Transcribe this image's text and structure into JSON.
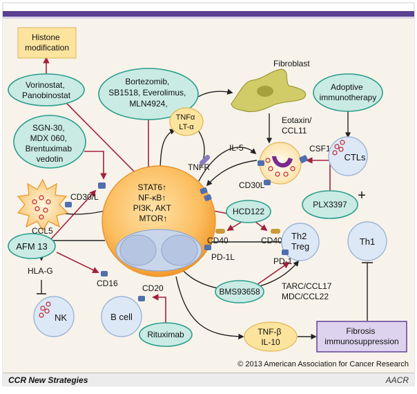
{
  "drugs": {
    "histone": [
      "Histone",
      "modification"
    ],
    "vorinostat": [
      "Vorinostat,",
      "Panobinostat"
    ],
    "bortezomib": [
      "Bortezomib,",
      "SB1518, Everolimus,",
      "MLN4924,"
    ],
    "sgn": [
      "SGN-30,",
      "MDX 060,",
      "Brentuximab",
      "vedotin"
    ],
    "afm": "AFM 13",
    "hcd": "HCD122",
    "bms": "BMS93658",
    "rituximab": "Rituximab",
    "plx": "PLX3397",
    "adoptive": [
      "Adoptive",
      "immunotherapy"
    ]
  },
  "cells": {
    "fibroblast": "Fibroblast",
    "ctls": "CTLs",
    "th1": "Th1",
    "th2": [
      "Th2",
      "Treg"
    ],
    "nk": "NK",
    "bcell": "B cell",
    "hrs_pathways": [
      "STAT6↑",
      "NF-κB↑",
      "PI3K, AKT",
      "MTOR↑"
    ]
  },
  "labels": {
    "tnf_alpha": [
      "TNFα",
      "LT-α"
    ],
    "tnfr": "TNFR",
    "il5": "IL-5",
    "eotaxin": [
      "Eotaxin/",
      "CCL11"
    ],
    "csf1r": "CSF1R",
    "cd30l_left": "CD30/L",
    "cd30l_right": "CD30L",
    "ccl5": "CCL5",
    "cd40": "CD40",
    "cd40l": "CD40L",
    "pd1l": "PD-1L",
    "pd1": "PD-1",
    "hlag": "HLA-G",
    "cd16": "CD16",
    "cd20": "CD20",
    "tarc": [
      "TARC/CCL17",
      "MDC/CCL22"
    ],
    "tnf_beta": [
      "TNF-β",
      "IL-10"
    ],
    "fibrosis": [
      "Fibrosis",
      "immunosuppression"
    ],
    "plus": "+",
    "copyright": "© 2013 American Association for Cancer Research"
  },
  "footer": {
    "title": "CCR New Strategies",
    "logo": "AACR"
  },
  "colors": {
    "teal_fill": "#c9ebe4",
    "teal_stroke": "#2a9c8c",
    "orange": "#f6a43a",
    "crimson": "#a3203c",
    "blue_cell": "#dde8f6",
    "nucleus": "#c9d5ea",
    "purple": "#6b4a9e",
    "yellow_box": "#fde49e"
  }
}
